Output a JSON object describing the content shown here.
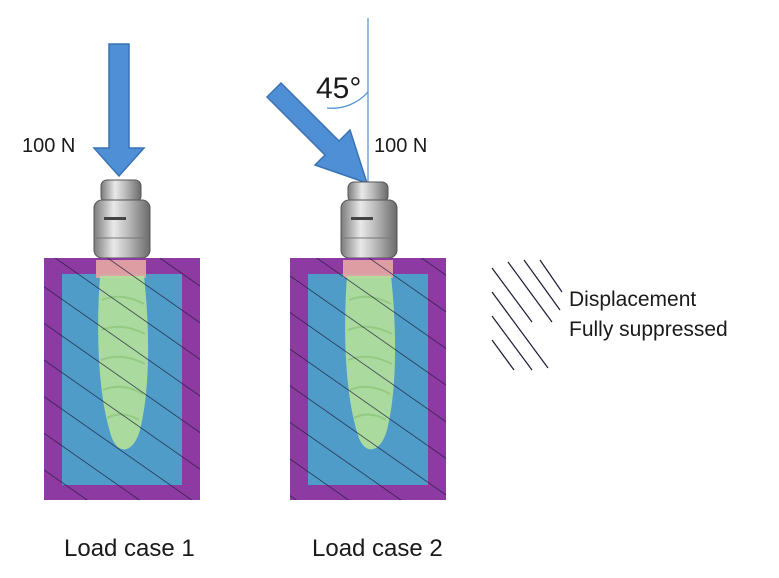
{
  "load_case_1": {
    "force_label": "100 N",
    "caption": "Load case 1"
  },
  "load_case_2": {
    "force_label": "100 N",
    "angle_label": "45°",
    "caption": "Load case 2"
  },
  "legend": {
    "line1": "Displacement",
    "line2": "Fully suppressed"
  },
  "colors": {
    "arrow": "#4f8fd6",
    "arrow_edge": "#3a73b5",
    "bone_outer": "#8e3aa3",
    "bone_inner": "#4f9cc8",
    "implant": "#b2e09a",
    "collar": "#e6a9a3",
    "abutment": "#a9a9a9",
    "hatch": "#1b1b3a"
  }
}
